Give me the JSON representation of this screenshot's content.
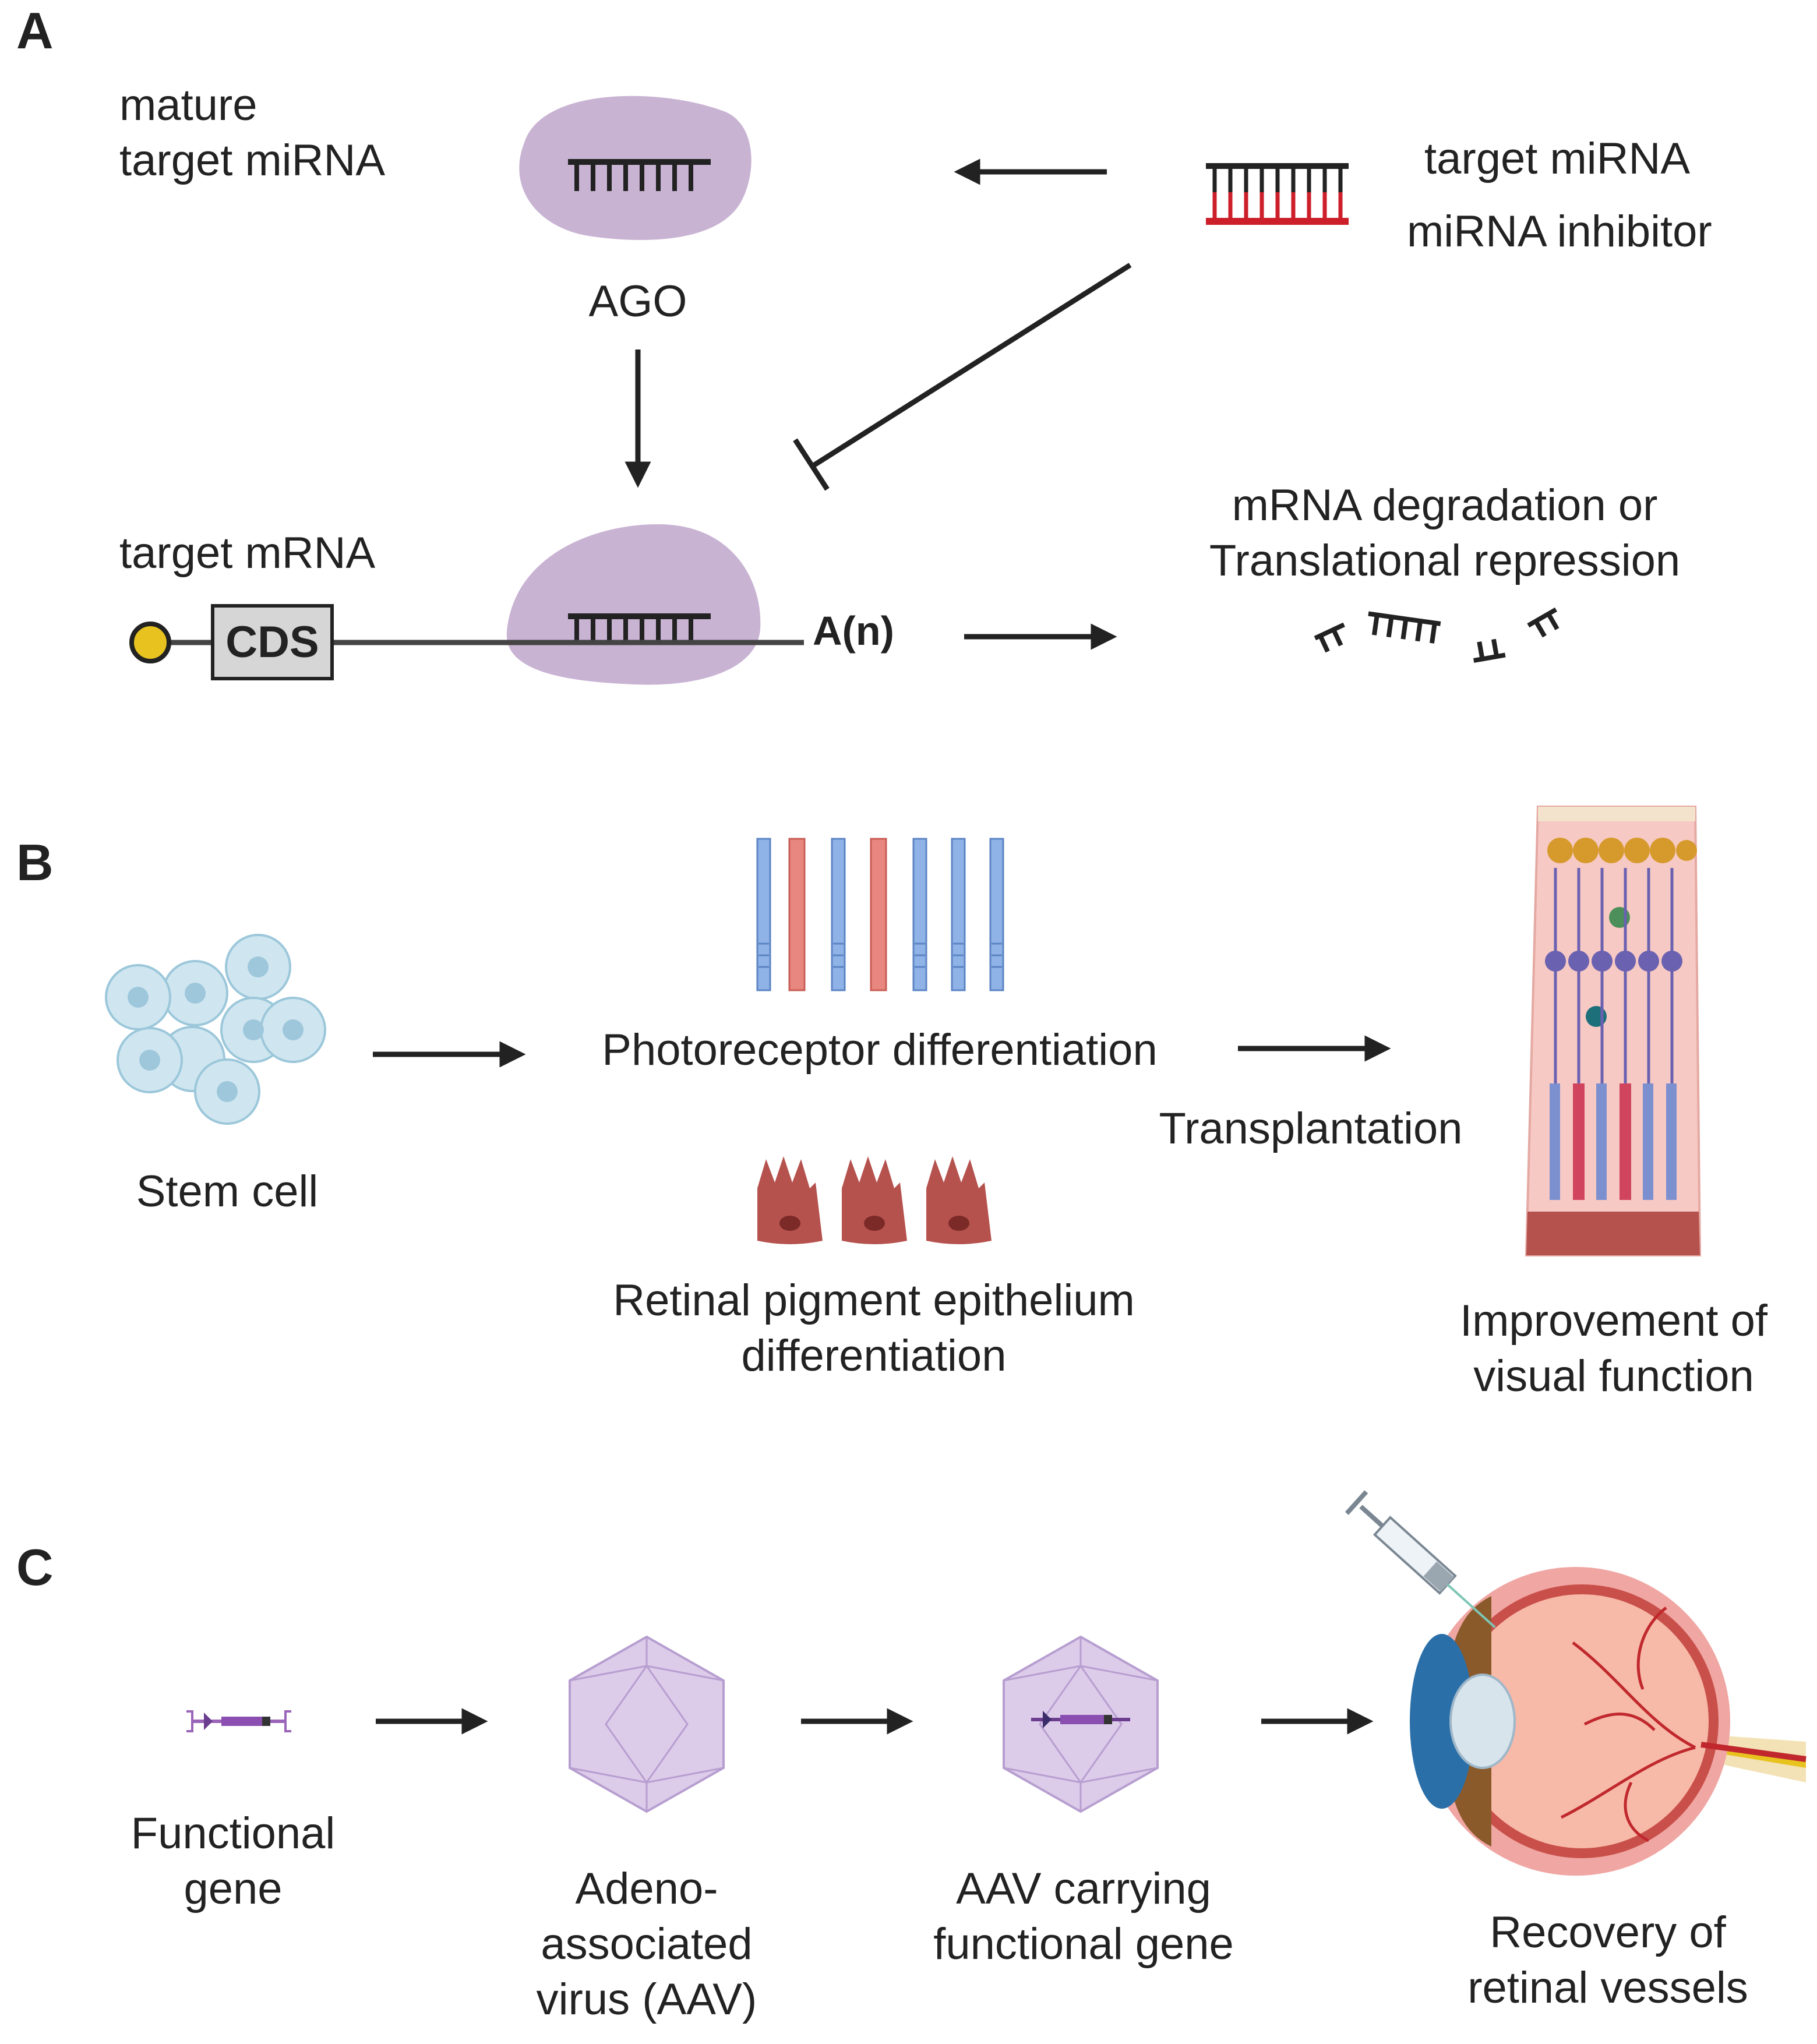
{
  "panels": {
    "a": "A",
    "b": "B",
    "c": "C"
  },
  "panel_a": {
    "mature_miRNA": [
      "mature",
      "target miRNA"
    ],
    "ago": "AGO",
    "target_miRNA": "target miRNA",
    "miRNA_inhibitor": "miRNA inhibitor",
    "target_mRNA": "target mRNA",
    "cds": "CDS",
    "poly_a": "A(n)",
    "outcome": [
      "mRNA degradation or",
      "Translational repression"
    ]
  },
  "panel_b": {
    "stem_cell": "Stem cell",
    "photoreceptor": "Photoreceptor differentiation",
    "rpe": [
      "Retinal pigment epithelium",
      "differentiation"
    ],
    "transplantation": "Transplantation",
    "improvement": [
      "Improvement of",
      "visual function"
    ]
  },
  "panel_c": {
    "functional_gene": [
      "Functional",
      "gene"
    ],
    "aav": [
      "Adeno-",
      "associated",
      "virus (AAV)"
    ],
    "aav_carrying": [
      "AAV carrying",
      "functional gene"
    ],
    "recovery": [
      "Recovery of",
      "retinal vessels"
    ]
  },
  "colors": {
    "ago": "#c9b3d3",
    "inhibitor_strand": "#cc1f2a",
    "cap": "#e8c21e",
    "cone": "#e8877f",
    "rod": "#8fb3e6",
    "rpe": "#b5524e",
    "stem_cell": "#cfe6f0",
    "aav": "#dccbe9",
    "retina_bg": "#f7c9c4",
    "ganglion": "#d69a2c",
    "bipolar": "#6a61b0",
    "eye_sclera": "#f0a6a3",
    "vessel": "#c0282d"
  },
  "icons": [
    "ago-protein-icon",
    "mirna-duplex-icon",
    "stem-cell-icon",
    "photoreceptor-icon",
    "rpe-cell-icon",
    "retina-tissue-icon",
    "gene-icon",
    "aav-capsid-icon",
    "syringe-icon",
    "eye-icon"
  ]
}
